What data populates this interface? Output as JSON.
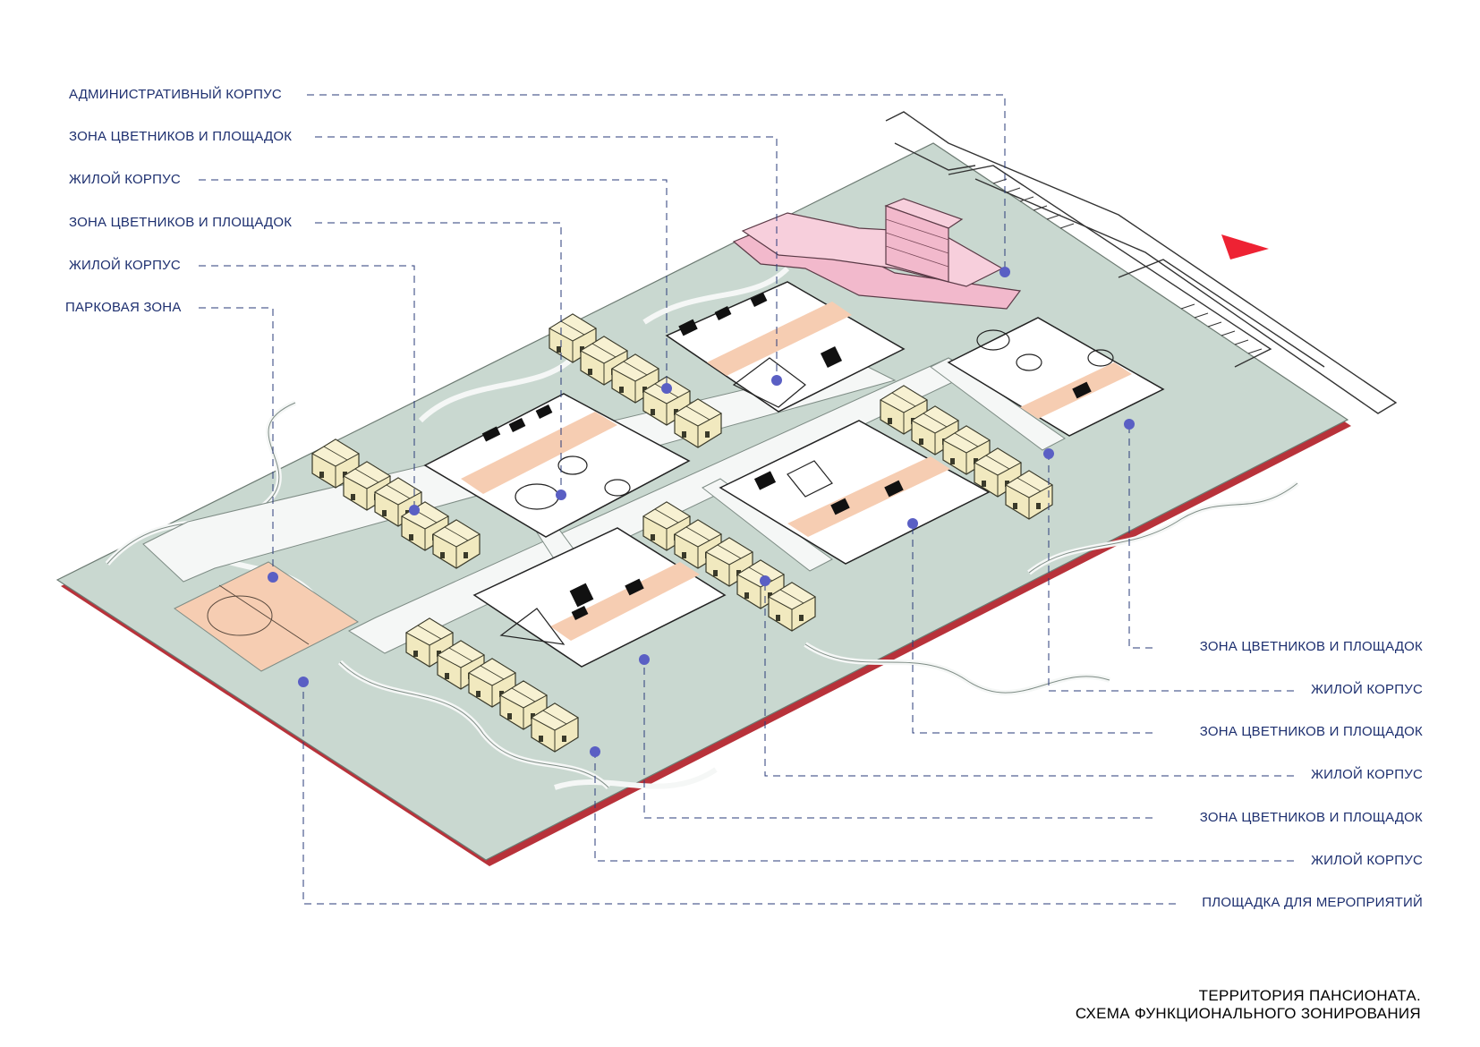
{
  "labels_left": [
    "АДМИНИСТРАТИВНЫЙ КОРПУС",
    "ЗОНА ЦВЕТНИКОВ И ПЛОЩАДОК",
    "ЖИЛОЙ КОРПУС",
    "ЗОНА ЦВЕТНИКОВ И ПЛОЩАДОК",
    "ЖИЛОЙ КОРПУС",
    "ПАРКОВАЯ ЗОНА"
  ],
  "labels_right": [
    "ЗОНА ЦВЕТНИКОВ И ПЛОЩАДОК",
    "ЖИЛОЙ КОРПУС",
    "ЗОНА ЦВЕТНИКОВ И ПЛОЩАДОК",
    "ЖИЛОЙ КОРПУС",
    "ЗОНА ЦВЕТНИКОВ И ПЛОЩАДОК",
    "ЖИЛОЙ КОРПУС",
    "ПЛОЩАДКА ДЛЯ МЕРОПРИЯТИЙ"
  ],
  "caption": {
    "line1": "ТЕРРИТОРИЯ ПАНСИОНАТА.",
    "line2": "СХЕМА ФУНКЦИОНАЛЬНОГО ЗОНИРОВАНИЯ"
  },
  "colors": {
    "label_text": "#1d2f6f",
    "leader_line": "#2a3b7a",
    "marker_dot": "#5a5fc4",
    "ground": "#c9d8d0",
    "path": "#f5f7f6",
    "residential": "#f1e9bf",
    "admin": "#f2b9cc",
    "plaza": "#f6cdb2",
    "direction_arrow": "#ee2233",
    "edge": "#b8323a"
  }
}
